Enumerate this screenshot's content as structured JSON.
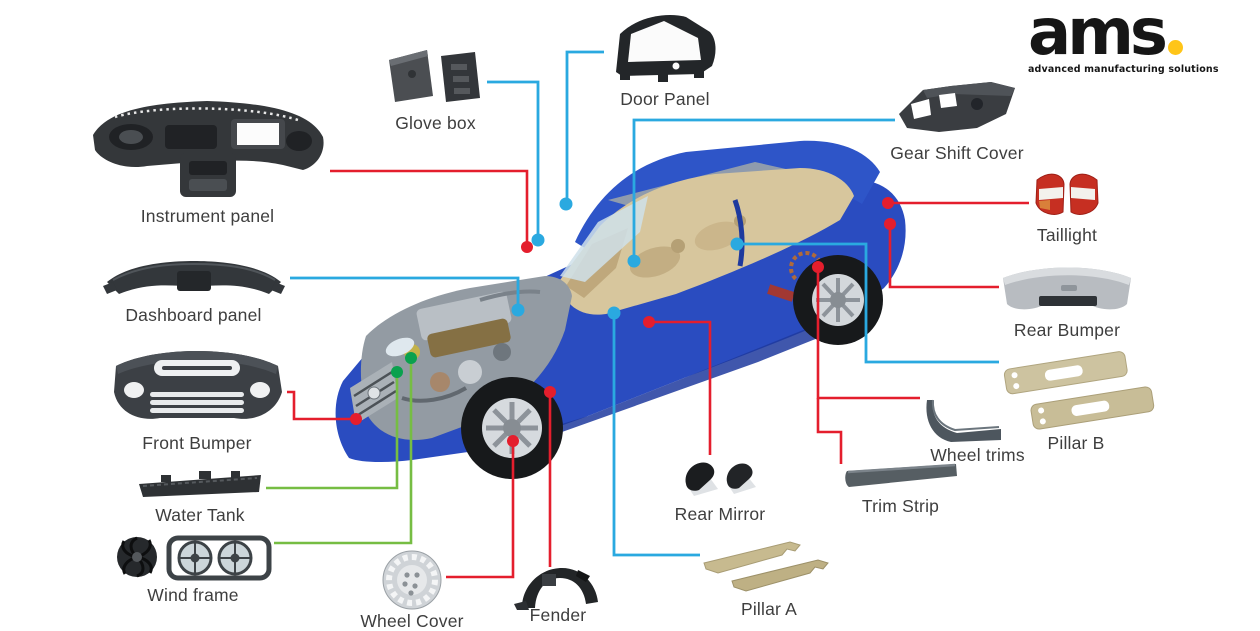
{
  "logo": {
    "brand": "ams",
    "tagline": "advanced manufacturing solutions"
  },
  "colors": {
    "red_line": "#e41e2d",
    "blue_line": "#2aa9e0",
    "green_line": "#76bd43",
    "green_dot": "#0aa14e",
    "label_text": "#3e3e3e",
    "logo_dot": "#ffc518",
    "car_body_blue": "#2a4cc0",
    "car_interior_tan": "#d7c69d"
  },
  "center_image": {
    "icon": "car-cutaway-illustration"
  },
  "parts": [
    {
      "id": "instrument-panel",
      "label": "Instrument panel",
      "line_color": "red"
    },
    {
      "id": "glove-box",
      "label": "Glove box",
      "line_color": "blue"
    },
    {
      "id": "door-panel",
      "label": "Door Panel",
      "line_color": "blue"
    },
    {
      "id": "gear-shift-cover",
      "label": "Gear Shift Cover",
      "line_color": "blue"
    },
    {
      "id": "taillight",
      "label": "Taillight",
      "line_color": "red"
    },
    {
      "id": "rear-bumper",
      "label": "Rear Bumper",
      "line_color": "red"
    },
    {
      "id": "pillar-b",
      "label": "Pillar B",
      "line_color": "blue"
    },
    {
      "id": "wheel-trims",
      "label": "Wheel trims",
      "line_color": "red"
    },
    {
      "id": "trim-strip",
      "label": "Trim Strip",
      "line_color": "red"
    },
    {
      "id": "rear-mirror",
      "label": "Rear Mirror",
      "line_color": "red"
    },
    {
      "id": "pillar-a",
      "label": "Pillar A",
      "line_color": "blue"
    },
    {
      "id": "fender",
      "label": "Fender",
      "line_color": "red"
    },
    {
      "id": "wheel-cover",
      "label": "Wheel Cover",
      "line_color": "red"
    },
    {
      "id": "wind-frame",
      "label": "Wind frame",
      "line_color": "green"
    },
    {
      "id": "water-tank",
      "label": "Water Tank",
      "line_color": "green"
    },
    {
      "id": "front-bumper",
      "label": "Front Bumper",
      "line_color": "red"
    },
    {
      "id": "dashboard-panel",
      "label": "Dashboard panel",
      "line_color": "blue"
    }
  ]
}
